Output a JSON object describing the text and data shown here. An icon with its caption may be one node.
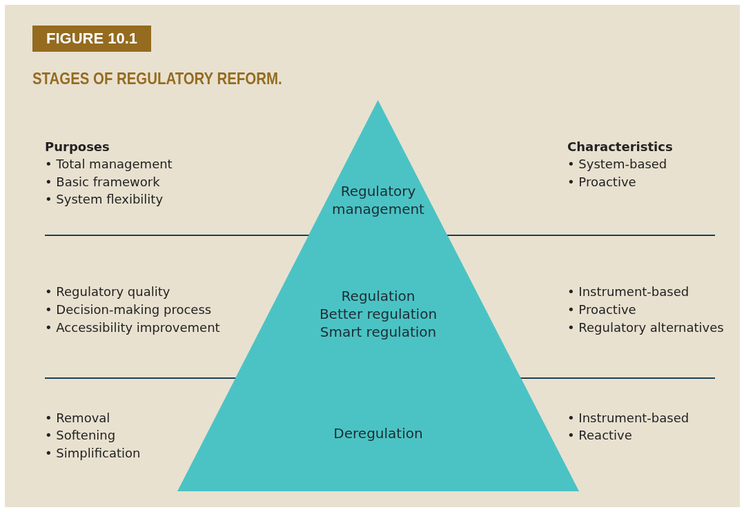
{
  "diagram": {
    "title": "STAGES OF REGULATORY REFORM.",
    "nodes": [
      {
        "text": [
          "Regulatory management"
        ]
      },
      {
        "text": [
          "Regulation",
          "Better regulation",
          "Smart regulation"
        ]
      },
      {
        "text": [
          "Deregulation"
        ]
      }
    ],
    "labels": [
      "FIGURE 10.1",
      "Purposes",
      "• Total management",
      "• Basic framework",
      "• System flexibility",
      "Characteristics",
      "• System-based",
      "• Proactive",
      "• Regulatory quality",
      "• Decision-making process",
      "• Accessibility improvement",
      "• Instrument-based",
      "• Proactive",
      "• Regulatory alternatives",
      "• Removal",
      "• Softening",
      "• Simplification",
      "• Instrument-based",
      "• Reactive"
    ]
  }
}
